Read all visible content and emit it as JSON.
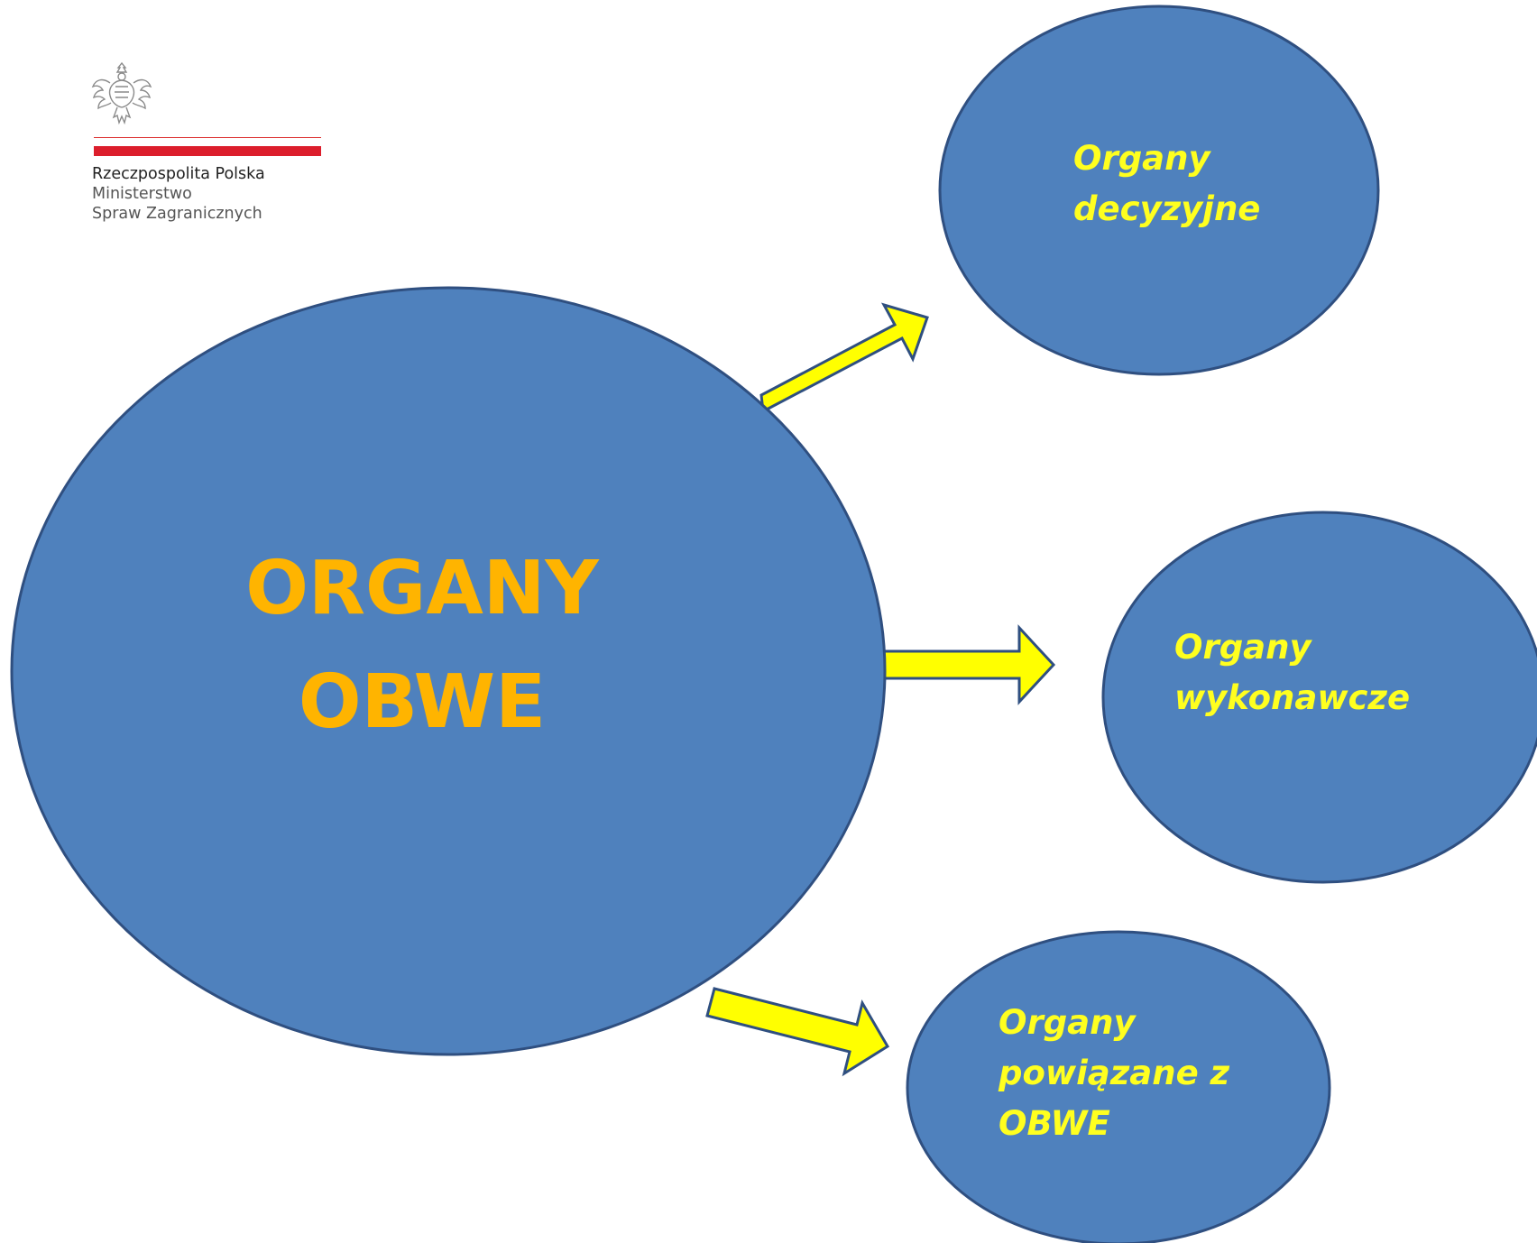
{
  "logo": {
    "line1": "Rzeczpospolita Polska",
    "line2": "Ministerstwo",
    "line3": "Spraw Zagranicznych",
    "colors": {
      "red_bar": "#dc1e2c",
      "eagle": "#8a8a8a"
    },
    "icon": "polish-eagle-emblem"
  },
  "diagram": {
    "colors": {
      "circle_fill": "#4f81bd",
      "circle_stroke": "#2f4f80",
      "arrow_fill": "#ffff00",
      "arrow_stroke": "#2f4f80",
      "main_text": "#ffb400",
      "node_text": "#ffff1f"
    },
    "main": {
      "line1": "ORGANY",
      "line2": "OBWE"
    },
    "nodes": [
      {
        "line1": "Organy",
        "line2": "decyzyjne",
        "line3": ""
      },
      {
        "line1": "Organy",
        "line2": "wykonawcze",
        "line3": ""
      },
      {
        "line1": "Organy",
        "line2": "powiązane z",
        "line3": "OBWE"
      }
    ]
  }
}
